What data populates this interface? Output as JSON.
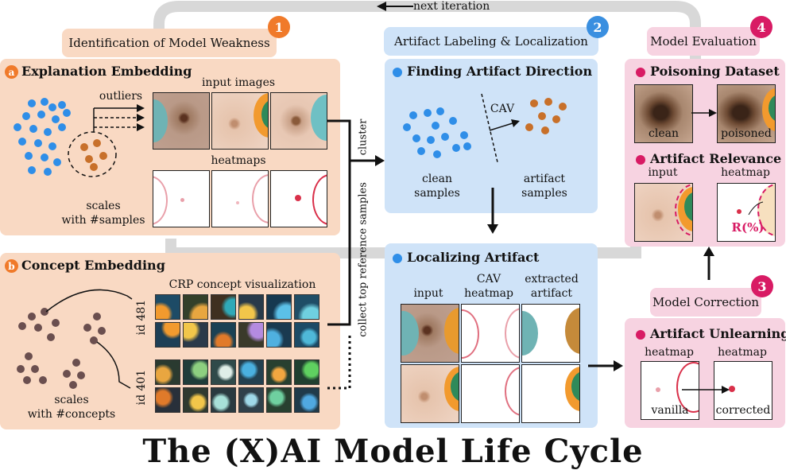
{
  "loop": {
    "label": "next iteration"
  },
  "stage1": {
    "title": "Identification of  Model Weakness",
    "number": "1",
    "color": "#f07a2a"
  },
  "stage2": {
    "title": "Artifact Labeling & Localization",
    "number": "2",
    "color": "#3a8fe0"
  },
  "stage3": {
    "title": "Model Correction",
    "number": "3",
    "color": "#d81b64"
  },
  "stage4": {
    "title": "Model Evaluation",
    "number": "4",
    "color": "#d81b64"
  },
  "explanation": {
    "letter": "a",
    "title": "Explanation Embedding",
    "outliers_label": "outliers",
    "input_images_label": "input images",
    "heatmaps_label": "heatmaps",
    "caption_line1": "scales",
    "caption_line2": "with #samples"
  },
  "concept": {
    "letter": "b",
    "title": "Concept Embedding",
    "viz_label": "CRP concept visualization",
    "id_top": "id 481",
    "id_bottom": "id 401",
    "caption_line1": "scales",
    "caption_line2": "with #concepts"
  },
  "connectors": {
    "cluster": "cluster",
    "collect": "collect top reference samples"
  },
  "finding": {
    "title": "Finding Artifact Direction",
    "cav": "CAV",
    "clean_line1": "clean",
    "clean_line2": "samples",
    "artifact_line1": "artifact",
    "artifact_line2": "samples"
  },
  "localizing": {
    "title": "Localizing Artifact",
    "input": "input",
    "cav_line1": "CAV",
    "cav_line2": "heatmap",
    "extracted_line1": "extracted",
    "extracted_line2": "artifact"
  },
  "poisoning": {
    "title": "Poisoning Dataset",
    "clean": "clean",
    "poisoned": "poisoned"
  },
  "relevance": {
    "title": "Artifact Relevance",
    "input": "input",
    "heatmap": "heatmap",
    "metric": "R(%)"
  },
  "unlearning": {
    "title": "Artifact Unlearning",
    "heatmap_left": "heatmap",
    "heatmap_right": "heatmap",
    "vanilla": "vanilla",
    "corrected": "corrected"
  },
  "main_title": "The (X)AI Model Life Cycle",
  "colors": {
    "blue_dot": "#2f8ee8",
    "brown_dot": "#c8702a",
    "concept_dot": "#6b4f4f",
    "accent_pink": "#d81b64",
    "orange": "#f07a2a"
  }
}
